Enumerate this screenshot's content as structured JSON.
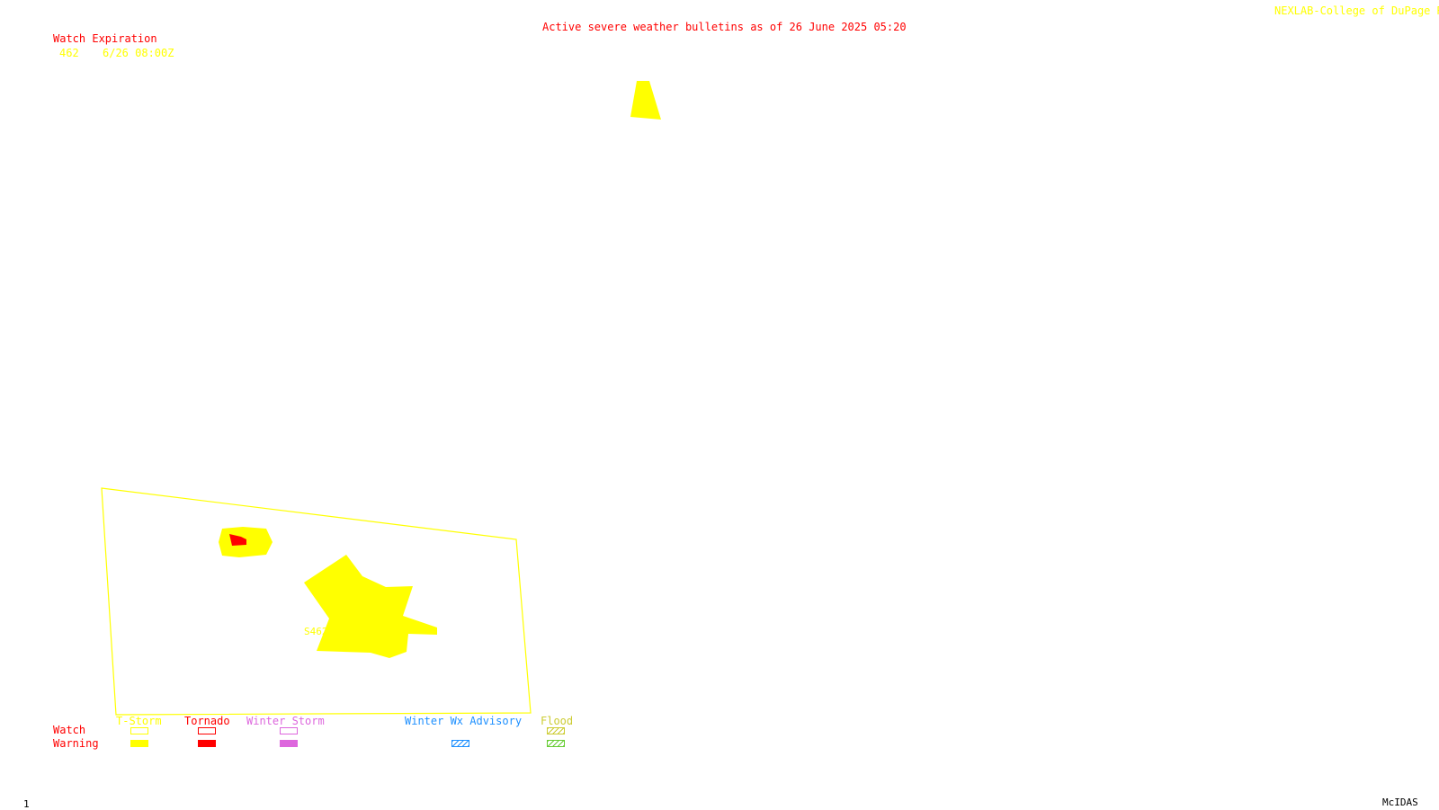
{
  "header": {
    "title": "Active severe weather bulletins as of 26 June 2025 05:20",
    "credit": "NEXLAB-College of DuPage R"
  },
  "watch_table": {
    "heading": "Watch Expiration",
    "rows": [
      {
        "number": "462",
        "expiration": "6/26 08:00Z"
      }
    ]
  },
  "map": {
    "watch_box_label": "S462",
    "colors": {
      "tstorm": "#ffff00",
      "tornado": "#ff0000",
      "winter_storm": "#dd66dd",
      "winter_wx_advisory": "#1e90ff",
      "flood": "#cccc33",
      "flood_warning": "#66cc33"
    }
  },
  "legend": {
    "row_labels": {
      "watch": "Watch",
      "warning": "Warning"
    },
    "categories": [
      {
        "key": "tstorm",
        "label": "T-Storm"
      },
      {
        "key": "tornado",
        "label": "Tornado"
      },
      {
        "key": "winter_storm",
        "label": "Winter Storm"
      },
      {
        "key": "winter_wx_advisory",
        "label": "Winter Wx Advisory"
      },
      {
        "key": "flood",
        "label": "Flood"
      }
    ]
  },
  "footer": {
    "frame": "1",
    "software": "McIDAS"
  }
}
